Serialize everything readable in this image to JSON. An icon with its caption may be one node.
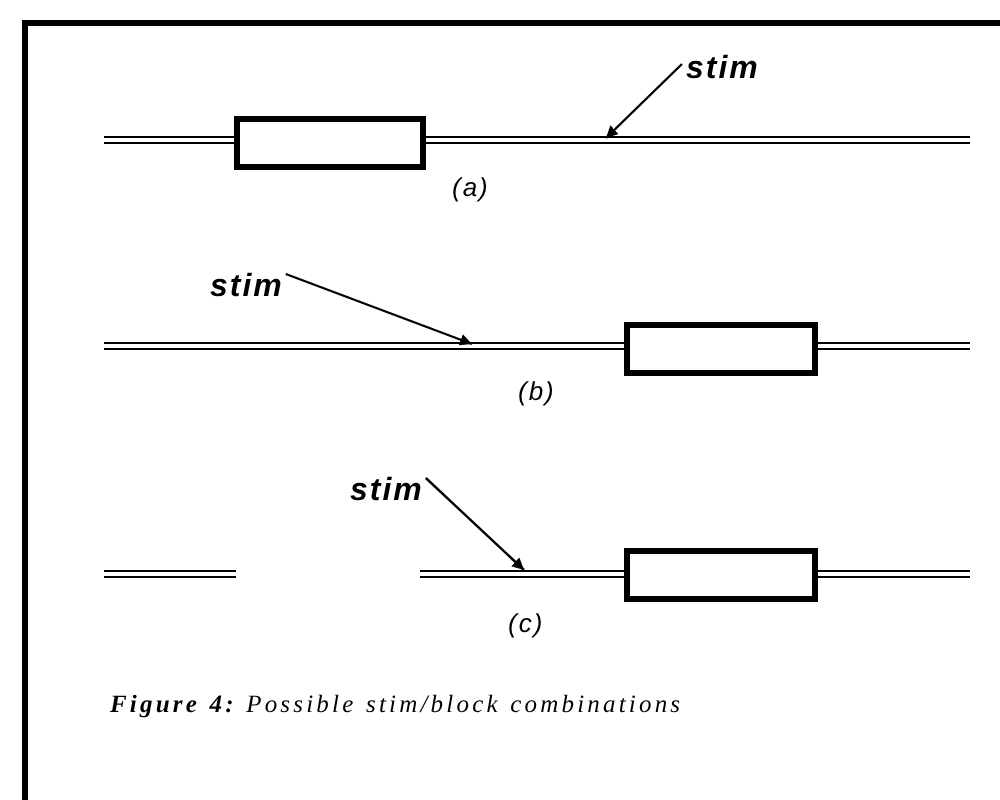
{
  "diagram": {
    "caption": "**Figure 4:** Possible stim/block combinations",
    "nodes": [
      {
        "text": [],
        "shape": "box"
      },
      {
        "text": [
          "stim"
        ]
      },
      {
        "text": [
          "stim"
        ]
      },
      {
        "text": [],
        "shape": "box"
      },
      {
        "text": [
          "stim"
        ]
      },
      {
        "text": [],
        "shape": "box"
      }
    ],
    "edges": [
      {
        "from": 1,
        "to": null,
        "arrow": "to"
      },
      {
        "from": 2,
        "to": null,
        "arrow": "to"
      },
      {
        "from": 4,
        "to": null,
        "arrow": "to"
      }
    ],
    "labels": [
      "(a)",
      "(b)",
      "(c)"
    ]
  }
}
